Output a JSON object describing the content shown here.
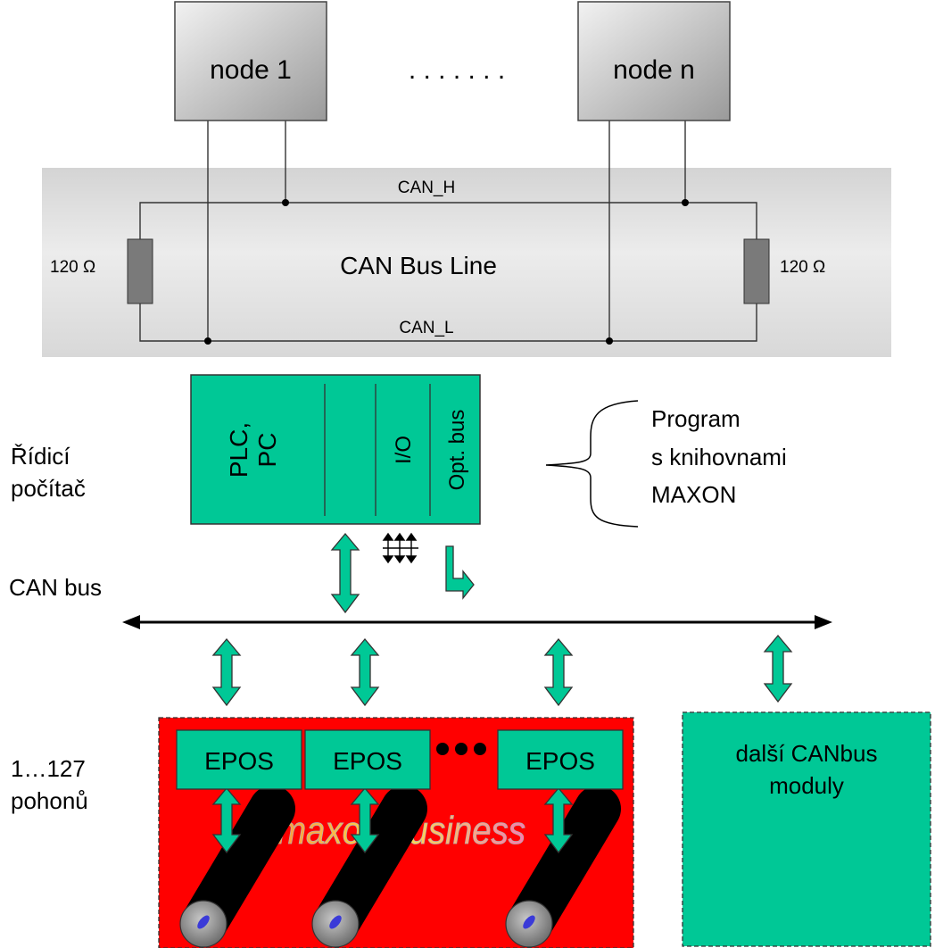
{
  "top_diagram": {
    "node_first": "node 1",
    "node_dots": ". . . . . . .",
    "node_last": "node n",
    "can_high": "CAN_H",
    "can_low": "CAN_L",
    "bus_line_title": "CAN Bus Line",
    "resistor_left": "120 Ω",
    "resistor_right": "120 Ω"
  },
  "controller": {
    "side_label_line1": "Řídicí",
    "side_label_line2": "počítač",
    "slot_plc_line1": "PLC,",
    "slot_plc_line2": "PC",
    "slot_io": "I/O",
    "slot_optbus": "Opt. bus",
    "program_line1": "Program",
    "program_line2": "s knihovnami",
    "program_line3": "MAXON"
  },
  "bus": {
    "label": "CAN bus"
  },
  "drives": {
    "side_label_line1": "1…127",
    "side_label_line2": "pohonů",
    "epos_1": "EPOS",
    "epos_2": "EPOS",
    "epos_3": "EPOS",
    "watermark": "maxon business",
    "other_modules_line1": "další CANbus",
    "other_modules_line2": "moduly"
  },
  "colors": {
    "green": "#00c896",
    "red": "#ff0000",
    "node_gray": "#bdbdbd",
    "resistor_gray": "#7a7a7a",
    "panel_gray": "#e6e6e6",
    "watermark_fill": "#ffd23c"
  }
}
